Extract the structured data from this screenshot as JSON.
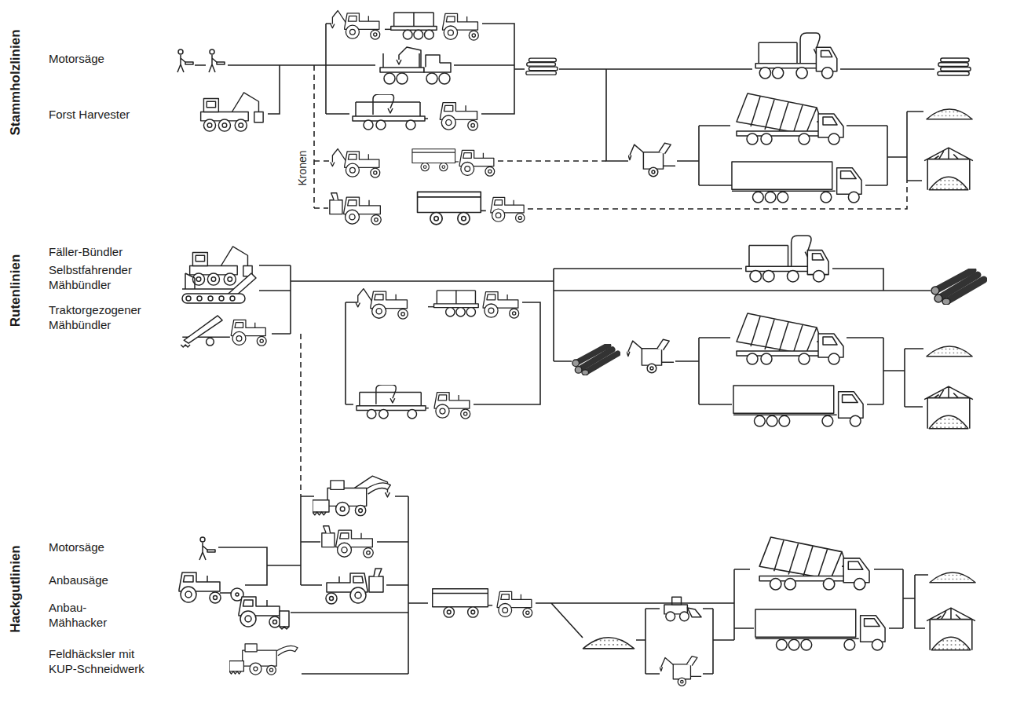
{
  "diagram": {
    "labels": [
      "Stammholzlinien",
      "Motorsäge",
      "Forst Harvester",
      "Kronen",
      "Rutenlinien",
      "Fäller-Bündler",
      "Selbstfahrender Mähbündler",
      "Traktorgezogener Mähbündler",
      "Hackgutlinien",
      "Motorsäge",
      "Anbausäge",
      "Anbau- Mähhacker",
      "Feldhäcksler mit KUP-Schneidwerk"
    ]
  }
}
